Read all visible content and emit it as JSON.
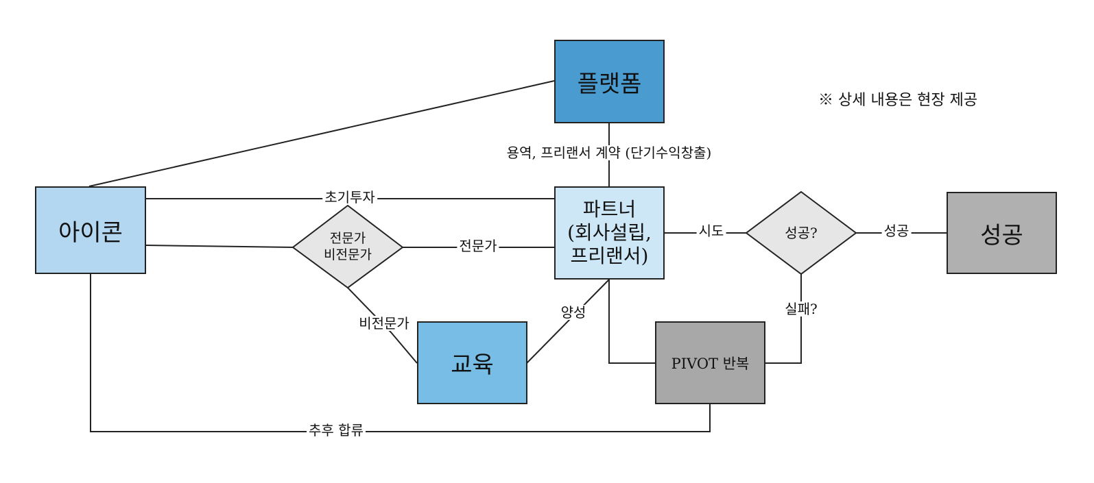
{
  "colors": {
    "platform": "#4a9cd0",
    "icon": "#b3d6f1",
    "partner": "#cde7f7",
    "education": "#77bde6",
    "success": "#b0b0b0",
    "pivot": "#a8a8a8",
    "decision": "#e6e6e6",
    "line": "#222222"
  },
  "nodes": {
    "platform": "플랫폼",
    "icon": "아이콘",
    "partner": [
      "파트너",
      "(회사설립,",
      "프리랜서)"
    ],
    "education": "교육",
    "success": "성공",
    "pivot": "PIVOT 반복"
  },
  "decisions": {
    "expert": [
      "전문가",
      "비전문가"
    ],
    "success_q": "성공?"
  },
  "edges": {
    "platform_partner": "용역, 프리랜서 계약 (단기수익창출)",
    "icon_partner": "초기투자",
    "expert_partner": "전문가",
    "expert_education": "비전문가",
    "education_partner": "양성",
    "partner_decision": "시도",
    "decision_success": "성공",
    "decision_pivot": "실패?",
    "pivot_icon": "추후 합류"
  },
  "note": "※ 상세 내용은 현장 제공"
}
